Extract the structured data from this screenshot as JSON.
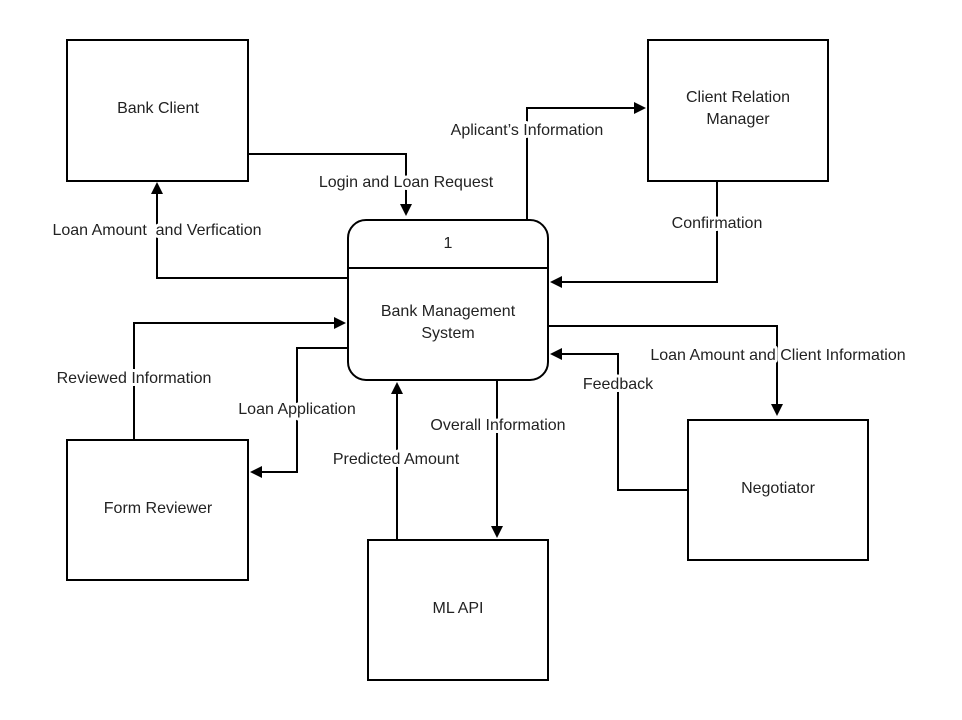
{
  "diagram": {
    "process": {
      "number": "1",
      "title_line1": "Bank Management",
      "title_line2": "System"
    },
    "entities": {
      "bank_client": "Bank Client",
      "crm_line1": "Client Relation",
      "crm_line2": "Manager",
      "form_reviewer": "Form Reviewer",
      "ml_api": "ML API",
      "negotiator": "Negotiator"
    },
    "flows": {
      "login_loan_request": "Login and Loan Request",
      "loan_amount_verification": "Loan Amount  and Verfication",
      "applicant_information": "Aplicant’s Information",
      "confirmation": "Confirmation",
      "reviewed_information": "Reviewed Information",
      "loan_application": "Loan Application",
      "predicted_amount": "Predicted Amount",
      "overall_information": "Overall Information",
      "loan_amount_client_information": "Loan Amount and Client Information",
      "feedback": "Feedback"
    }
  }
}
